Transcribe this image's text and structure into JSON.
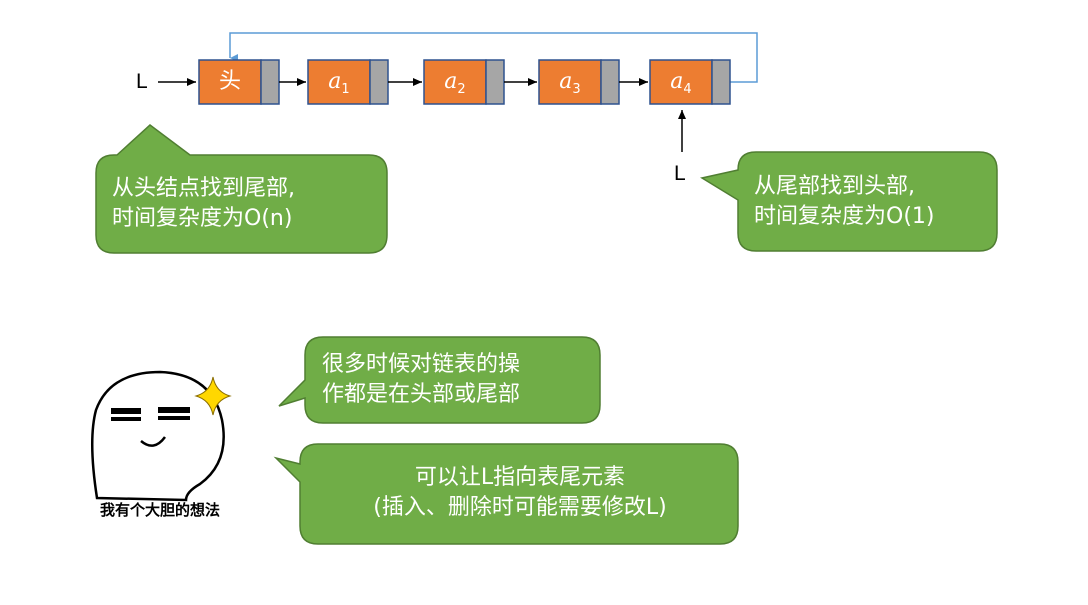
{
  "diagram": {
    "head_pointer_label": "L",
    "tail_pointer_label": "L",
    "nodes": [
      {
        "label": "头",
        "var": "",
        "sub": ""
      },
      {
        "label": "",
        "var": "a",
        "sub": "1"
      },
      {
        "label": "",
        "var": "a",
        "sub": "2"
      },
      {
        "label": "",
        "var": "a",
        "sub": "3"
      },
      {
        "label": "",
        "var": "a",
        "sub": "4"
      }
    ],
    "bubble_left": {
      "line1": "从头结点找到尾部,",
      "line2": "时间复杂度为O(n)"
    },
    "bubble_right": {
      "line1": "从尾部找到头部,",
      "line2": "时间复杂度为O(1)"
    },
    "bubble_ops": {
      "line1": "很多时候对链表的操",
      "line2": "作都是在头部或尾部"
    },
    "bubble_idea": {
      "line1": "可以让L指向表尾元素",
      "line2": "(插入、删除时可能需要修改L)"
    },
    "meme_caption": "我有个大胆的想法",
    "colors": {
      "node_fill": "#ED7D31",
      "node_border": "#2F528F",
      "pointer_fill": "#A6A6A6",
      "bubble_fill": "#70AD47",
      "bubble_border": "#507E32",
      "loop_line": "#5B9BD5",
      "sparkle": "#FFD700"
    }
  }
}
